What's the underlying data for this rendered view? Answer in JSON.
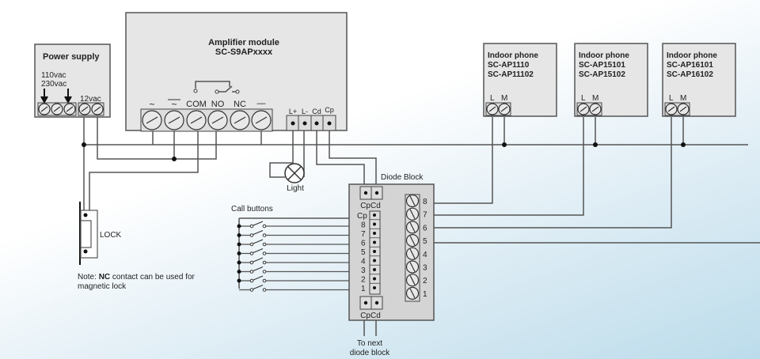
{
  "power_supply": {
    "title": "Power supply",
    "input_label_1": "110vac",
    "input_label_2": "230vac",
    "output_label": "12vac"
  },
  "amplifier": {
    "title": "Amplifier module",
    "model": "SC-S9APxxxx",
    "terminals": [
      "~",
      "~",
      "COM",
      "NO",
      "NC",
      "—"
    ],
    "bus_terminals": [
      "L+",
      "L-",
      "Cd",
      "Cp"
    ]
  },
  "indoor_phones": [
    {
      "title": "Indoor phone",
      "model_1": "SC-AP1110",
      "model_2": "SC-AP11102",
      "terminal_l": "L",
      "terminal_m": "M"
    },
    {
      "title": "Indoor phone",
      "model_1": "SC-AP15101",
      "model_2": "SC-AP15102",
      "terminal_l": "L",
      "terminal_m": "M"
    },
    {
      "title": "Indoor phone",
      "model_1": "SC-AP16101",
      "model_2": "SC-AP16102",
      "terminal_l": "L",
      "terminal_m": "M"
    }
  ],
  "light": {
    "label": "Light"
  },
  "lock": {
    "label": "LOCK"
  },
  "note": {
    "prefix": "Note: ",
    "bold": "NC",
    "suffix": " contact can be used for",
    "line2": "magnetic lock"
  },
  "diode_block": {
    "title": "Diode Block",
    "top_labels": "CpCd",
    "bottom_labels": "CpCd",
    "left_labels": [
      "Cp",
      "8",
      "7",
      "6",
      "5",
      "4",
      "3",
      "2",
      "1"
    ],
    "right_labels": [
      "8",
      "7",
      "6",
      "5",
      "4",
      "3",
      "2",
      "1"
    ]
  },
  "call_buttons": {
    "label": "Call buttons",
    "count": 8
  },
  "to_next": {
    "line1": "To next",
    "line2": "diode block"
  }
}
